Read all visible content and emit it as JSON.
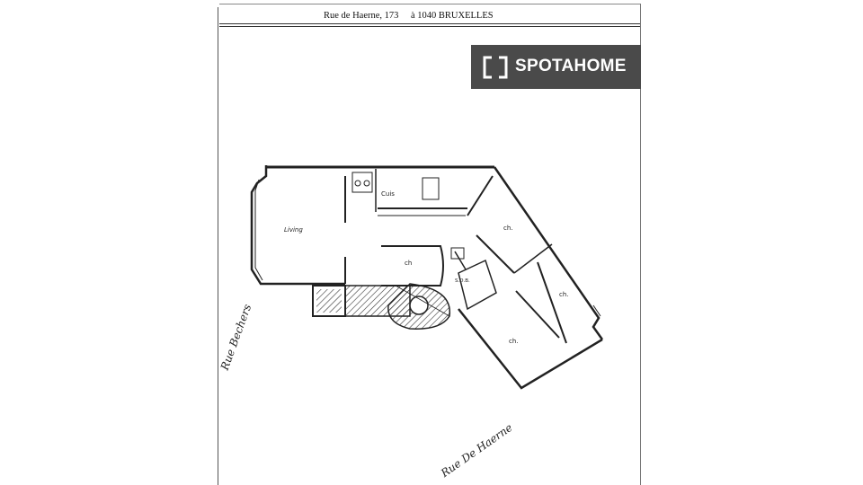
{
  "header": {
    "address": "Rue de Haerne, 173",
    "city": "à 1040  BRUXELLES"
  },
  "logo": {
    "brand": "SPOTAHOME",
    "background": "#4a4a4a",
    "icon": "spotahome-bracket-icon"
  },
  "plan": {
    "living": "Living",
    "cuisine": "Cuis",
    "ch_center": "ch",
    "sdb": "S.D.B.",
    "ch_right_top": "ch.",
    "ch_right_mid": "ch.",
    "ch_right_bottom": "ch."
  },
  "streets": {
    "left": "Rue Bechers",
    "bottom": "Rue De Haerne"
  }
}
